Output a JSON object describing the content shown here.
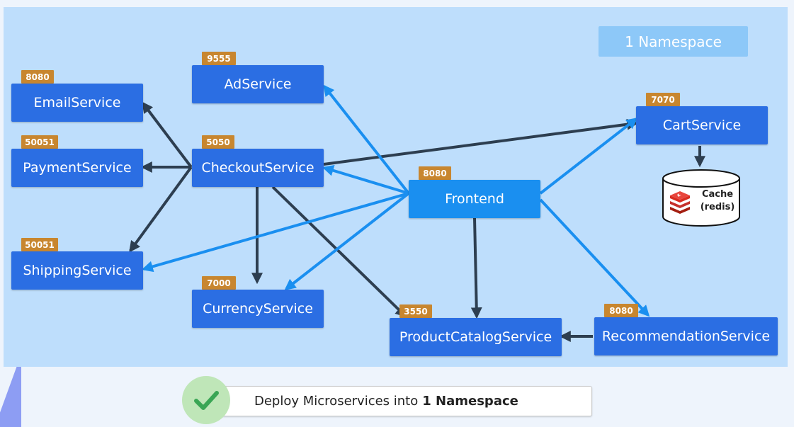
{
  "namespace_badge": "1 Namespace",
  "services": [
    {
      "id": "email",
      "label": "EmailService",
      "port": "8080"
    },
    {
      "id": "payment",
      "label": "PaymentService",
      "port": "50051"
    },
    {
      "id": "shipping",
      "label": "ShippingService",
      "port": "50051"
    },
    {
      "id": "ad",
      "label": "AdService",
      "port": "9555"
    },
    {
      "id": "checkout",
      "label": "CheckoutService",
      "port": "5050"
    },
    {
      "id": "currency",
      "label": "CurrencyService",
      "port": "7000"
    },
    {
      "id": "frontend",
      "label": "Frontend",
      "port": "8080"
    },
    {
      "id": "productcatalog",
      "label": "ProductCatalogService",
      "port": "3550"
    },
    {
      "id": "recommendation",
      "label": "RecommendationService",
      "port": "8080"
    },
    {
      "id": "cart",
      "label": "CartService",
      "port": "7070"
    }
  ],
  "cache": {
    "line1": "Cache",
    "line2": "(redis)"
  },
  "caption": {
    "prefix": "Deploy Microservices into",
    "bold": "1 Namespace"
  },
  "connections": [
    {
      "from": "checkout",
      "to": "email",
      "kind": "dark"
    },
    {
      "from": "checkout",
      "to": "payment",
      "kind": "dark"
    },
    {
      "from": "checkout",
      "to": "shipping",
      "kind": "dark"
    },
    {
      "from": "checkout",
      "to": "currency",
      "kind": "dark"
    },
    {
      "from": "checkout",
      "to": "productcatalog",
      "kind": "dark"
    },
    {
      "from": "checkout",
      "to": "cart",
      "kind": "dark"
    },
    {
      "from": "frontend",
      "to": "ad",
      "kind": "light"
    },
    {
      "from": "frontend",
      "to": "checkout",
      "kind": "light"
    },
    {
      "from": "frontend",
      "to": "shipping",
      "kind": "light"
    },
    {
      "from": "frontend",
      "to": "currency",
      "kind": "light"
    },
    {
      "from": "frontend",
      "to": "cart",
      "kind": "light"
    },
    {
      "from": "frontend",
      "to": "recommendation",
      "kind": "light"
    },
    {
      "from": "frontend",
      "to": "productcatalog",
      "kind": "dark"
    },
    {
      "from": "recommendation",
      "to": "productcatalog",
      "kind": "dark"
    },
    {
      "from": "cart",
      "to": "cache",
      "kind": "dark"
    }
  ],
  "colors": {
    "service": "#2b6ee3",
    "frontend": "#1a8ff0",
    "port": "#c8862f",
    "arrow_dark": "#2d3e50",
    "arrow_light": "#1a8ff0",
    "background": "#bedefc"
  },
  "icons": {
    "cache": "redis-icon",
    "caption": "checkmark-icon"
  }
}
